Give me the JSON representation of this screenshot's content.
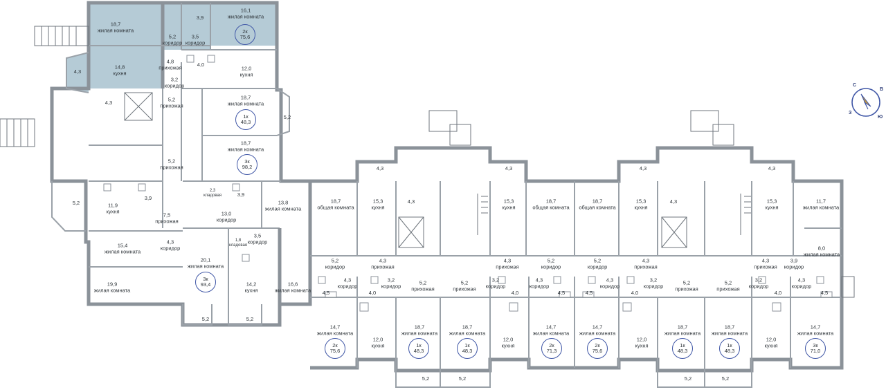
{
  "highlight_color": "#b5cbd6",
  "accent_color": "#3f56a6",
  "compass": {
    "north": "С",
    "east": "В",
    "south": "Ю",
    "west": "З"
  },
  "rooms": [
    {
      "area": "18,7",
      "name": "жилая комната"
    },
    {
      "area": "16,1",
      "name": "жилая комната"
    },
    {
      "area": "3,9",
      "name": ""
    },
    {
      "area": "5,2",
      "name": "коридор"
    },
    {
      "area": "3,5",
      "name": "коридор"
    },
    {
      "area": "4,3",
      "name": ""
    },
    {
      "area": "14,8",
      "name": "кухня"
    },
    {
      "area": "4,8",
      "name": "прихожая"
    },
    {
      "area": "4,0",
      "name": ""
    },
    {
      "area": "12,0",
      "name": "кухня"
    },
    {
      "area": "4,3",
      "name": ""
    },
    {
      "area": "3,2",
      "name": "коридор"
    },
    {
      "area": "18,7",
      "name": "жилая комната"
    },
    {
      "area": "5,2",
      "name": "прихожая"
    },
    {
      "area": "5,2",
      "name": ""
    },
    {
      "area": "18,7",
      "name": "жилая комната"
    },
    {
      "area": "5,2",
      "name": "прихожая"
    },
    {
      "area": "2,3",
      "name": "кладовая"
    },
    {
      "area": "3,9",
      "name": ""
    },
    {
      "area": "13,8",
      "name": "жилая комната"
    },
    {
      "area": "13,0",
      "name": "коридор"
    },
    {
      "area": "5,2",
      "name": ""
    },
    {
      "area": "11,9",
      "name": "кухня"
    },
    {
      "area": "3,9",
      "name": ""
    },
    {
      "area": "7,5",
      "name": "прихожая"
    },
    {
      "area": "1,8",
      "name": "кладовая"
    },
    {
      "area": "3,5",
      "name": "коридор"
    },
    {
      "area": "15,4",
      "name": "жилая комната"
    },
    {
      "area": "4,3",
      "name": "коридор"
    },
    {
      "area": "20,1",
      "name": "жилая комната"
    },
    {
      "area": "14,2",
      "name": "кухня"
    },
    {
      "area": "16,6",
      "name": "жилая комната"
    },
    {
      "area": "19,9",
      "name": "жилая комната"
    },
    {
      "area": "5,2",
      "name": ""
    },
    {
      "area": "5,2",
      "name": ""
    },
    {
      "area": "4,3",
      "name": ""
    },
    {
      "area": "4,3",
      "name": ""
    },
    {
      "area": "4,3",
      "name": ""
    },
    {
      "area": "4,3",
      "name": ""
    },
    {
      "area": "18,7",
      "name": "общая комната"
    },
    {
      "area": "15,3",
      "name": "кухня"
    },
    {
      "area": "4,3",
      "name": ""
    },
    {
      "area": "15,3",
      "name": "кухня"
    },
    {
      "area": "18,7",
      "name": "общая комната"
    },
    {
      "area": "18,7",
      "name": "общая комната"
    },
    {
      "area": "15,3",
      "name": "кухня"
    },
    {
      "area": "4,3",
      "name": ""
    },
    {
      "area": "15,3",
      "name": "кухня"
    },
    {
      "area": "11,7",
      "name": "жилая комната"
    },
    {
      "area": "8,0",
      "name": "жилая комната"
    },
    {
      "area": "5,2",
      "name": "коридор"
    },
    {
      "area": "4,3",
      "name": "прихожая"
    },
    {
      "area": "4,3",
      "name": "прихожая"
    },
    {
      "area": "5,2",
      "name": "коридор"
    },
    {
      "area": "5,2",
      "name": "коридор"
    },
    {
      "area": "4,3",
      "name": "прихожая"
    },
    {
      "area": "4,3",
      "name": "прихожая"
    },
    {
      "area": "3,9",
      "name": "коридор"
    },
    {
      "area": "4,3",
      "name": "коридор"
    },
    {
      "area": "3,2",
      "name": "коридор"
    },
    {
      "area": "5,2",
      "name": "прихожая"
    },
    {
      "area": "5,2",
      "name": "прихожая"
    },
    {
      "area": "3,2",
      "name": "коридор"
    },
    {
      "area": "4,3",
      "name": "коридор"
    },
    {
      "area": "4,3",
      "name": "коридор"
    },
    {
      "area": "3,2",
      "name": "коридор"
    },
    {
      "area": "5,2",
      "name": "прихожая"
    },
    {
      "area": "5,2",
      "name": "прихожая"
    },
    {
      "area": "3,2",
      "name": "коридор"
    },
    {
      "area": "4,3",
      "name": "коридор"
    },
    {
      "area": "4,5",
      "name": ""
    },
    {
      "area": "4,0",
      "name": ""
    },
    {
      "area": "4,0",
      "name": ""
    },
    {
      "area": "4,5",
      "name": ""
    },
    {
      "area": "4,5",
      "name": ""
    },
    {
      "area": "4,0",
      "name": ""
    },
    {
      "area": "4,0",
      "name": ""
    },
    {
      "area": "4,5",
      "name": ""
    },
    {
      "area": "14,7",
      "name": "жилая комната"
    },
    {
      "area": "12,0",
      "name": "кухня"
    },
    {
      "area": "18,7",
      "name": "жилая комната"
    },
    {
      "area": "18,7",
      "name": "жилая комната"
    },
    {
      "area": "12,0",
      "name": "кухня"
    },
    {
      "area": "14,7",
      "name": "жилая комната"
    },
    {
      "area": "14,7",
      "name": "жилая комната"
    },
    {
      "area": "12,0",
      "name": "кухня"
    },
    {
      "area": "18,7",
      "name": "жилая комната"
    },
    {
      "area": "18,7",
      "name": "жилая комната"
    },
    {
      "area": "12,0",
      "name": "кухня"
    },
    {
      "area": "14,7",
      "name": "жилая комната"
    },
    {
      "area": "5,2",
      "name": ""
    },
    {
      "area": "5,2",
      "name": ""
    },
    {
      "area": "5,2",
      "name": ""
    },
    {
      "area": "5,2",
      "name": ""
    }
  ],
  "apartments": [
    {
      "type": "2к",
      "area": "75,6"
    },
    {
      "type": "1к",
      "area": "48,3"
    },
    {
      "type": "3к",
      "area": "98,2"
    },
    {
      "type": "3к",
      "area": "93,4"
    },
    {
      "type": "2к",
      "area": "75,6"
    },
    {
      "type": "1к",
      "area": "48,3"
    },
    {
      "type": "1к",
      "area": "48,3"
    },
    {
      "type": "2к",
      "area": "71,3"
    },
    {
      "type": "2к",
      "area": "75,6"
    },
    {
      "type": "1к",
      "area": "48,3"
    },
    {
      "type": "1к",
      "area": "48,3"
    },
    {
      "type": "3к",
      "area": "71,0"
    }
  ]
}
